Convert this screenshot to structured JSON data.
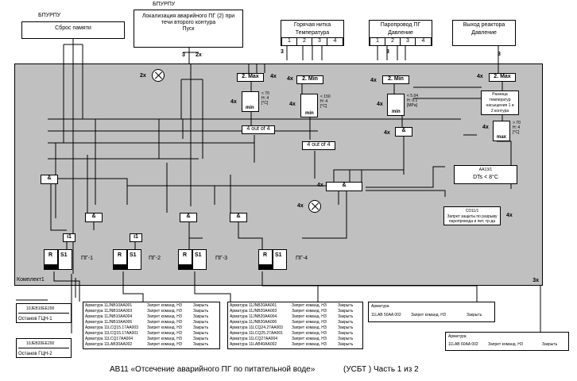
{
  "top_labels": {
    "bpurpu_left": "БПУРПУ",
    "reset_memory": "Сброс памяти",
    "bpurpu_right": "БПУРПУ",
    "localization_line1": "Локализация аварийного ПГ (2) при",
    "localization_line2": "течи второго контура",
    "localization_line3": "Пуск",
    "hot_thread_title": "Горячая нитка",
    "hot_thread_sub": "Температура",
    "steam_title": "Паропровод ПГ",
    "steam_sub": "Давление",
    "reactor_title": "Выход реактора",
    "reactor_sub": "Давление",
    "cells_1_4": [
      "1",
      "2",
      "3",
      "4"
    ]
  },
  "panel": {
    "name": "Комплект1",
    "mult_3x": "3x"
  },
  "blocks": {
    "max2_a": "2. Max",
    "min2_a": "2. Min",
    "min2_b": "2. Min",
    "max2_b": "2. Max",
    "cond1_line1": "< 70",
    "cond1_line2": "H: 4",
    "cond1_line3": "[°C]",
    "cond2_line1": "< 150",
    "cond2_line2": "H: 4",
    "cond2_line3": "[°C]",
    "cond3_line1": "< 5.04",
    "cond3_line2": "H: 0.1",
    "cond3_line3": "[MPa]",
    "cond4_line1": "> 70",
    "cond4_line2": "H: 4",
    "cond4_line3": "[°C]",
    "min_label": "min",
    "max_label": "max",
    "four_of_four": "4 out of 4",
    "diff_line1": "Разница",
    "diff_line2": "температур",
    "diff_line3": "насыщения 1 и",
    "diff_line4": "2 контура",
    "and": "&",
    "aa13_title": "AA13/1",
    "aa13_value": "DTs < 8°C",
    "cd11_title": "CD11/1",
    "cd11_line1": "Запрет защиты по разрыву",
    "cd11_line2": "паропровода и пит. тр-да",
    "i1": "i1",
    "r": "R",
    "s1": "S1"
  },
  "multipliers": {
    "m2x_a": "2x",
    "m4x_a": "4x",
    "m4x_b": "4x",
    "m4x_c": "4x",
    "m4x_d": "4x",
    "m4x_e": "4x",
    "m4x_f": "4x",
    "m4x_g": "4x",
    "m4x_h": "4x",
    "m4x_i": "4x",
    "m4x_j": "4x",
    "m4x_k": "4x",
    "m3_a": "3",
    "m2x_b": "2x",
    "m3_b": "3",
    "m3_c": "3",
    "m3_d": "3"
  },
  "sg_labels": [
    "ПГ-1",
    "ПГ-2",
    "ПГ-3",
    "ПГ-4"
  ],
  "pump_boxes": [
    {
      "code": "10JEB10EE200",
      "label": "Останов ГЦН-1"
    },
    {
      "code": "10JEB20EE200",
      "label": "Останов ГЦН-2"
    }
  ],
  "table1": [
    [
      "Арматура 11JNB10AA001",
      "Запрет команд. НЗ",
      "Закрыть"
    ],
    [
      "Арматура 11JNB10AA003",
      "Запрет команд. НЗ",
      "Закрыть"
    ],
    [
      "Арматура 11JNB10AA004",
      "Запрет команд. НЗ",
      "Закрыть"
    ],
    [
      "Арматура 11JNB10AA006",
      "Запрет команд. НЗ",
      "Закрыть"
    ],
    [
      "Арматура 11LCQ15.17AA003",
      "Запрет команд. НЗ",
      "Закрыть"
    ],
    [
      "Арматура 11LCQ15.17AA001",
      "Запрет команд. НЗ",
      "Закрыть"
    ],
    [
      "Арматура 11LCQ17AA004",
      "Запрет команд. НЗ",
      "Закрыть"
    ],
    [
      "Арматура 11LAB30AA002",
      "Запрет команд. НЗ",
      "Закрыть"
    ]
  ],
  "table2": [
    [
      "Арматура 11JNB20AA001",
      "Запрет команд. НЗ",
      "Закрыть"
    ],
    [
      "Арматура 11JNB20AA003",
      "Запрет команд. НЗ",
      "Закрыть"
    ],
    [
      "Арматура 11JNB20AA004",
      "Запрет команд. НЗ",
      "Закрыть"
    ],
    [
      "Арматура 11JNB20AA006",
      "Запрет команд. НЗ",
      "Закрыть"
    ],
    [
      "Арматура 11LCQ24.27AA003",
      "Запрет команд. НЗ",
      "Закрыть"
    ],
    [
      "Арматура 11LCQ25.27AA001",
      "Запрет команд. НЗ",
      "Закрыть"
    ],
    [
      "Арматура 11LCQ27AA004",
      "Запрет команд. НЗ",
      "Закрыть"
    ],
    [
      "Арматура 11LAB40AA002",
      "Запрет команд. НЗ",
      "Закрыть"
    ]
  ],
  "table3": {
    "title": "Арматура",
    "row": [
      "11LAB 50AA 002",
      "Запрет команд. НЗ",
      "Закрыть"
    ]
  },
  "table4": {
    "title": "Арматура",
    "row": [
      "11LAB 60AA 002",
      "Запрет команд. НЗ",
      "Закрыть"
    ]
  },
  "caption": {
    "main": "АВ11 «Отсечение аварийного ПГ по питательной воде»",
    "right": "(УСБТ ) Часть 1 из 2"
  }
}
